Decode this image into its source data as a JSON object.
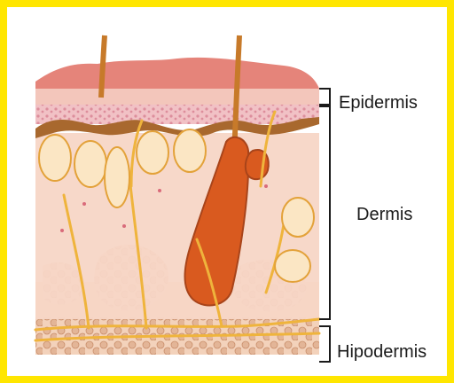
{
  "labels": {
    "epidermis": "Epidermis",
    "dermis": "Dermis",
    "hypodermis": "Hipodermis"
  },
  "colors": {
    "frame": "#ffe600",
    "epidermis_top": "#e5847a",
    "epidermis_layer": "#f3c6bb",
    "dermis": "#f7d6c6",
    "hypodermis": "#f0cbb3",
    "hair": "#c77a2a",
    "follicle": "#d95a1f",
    "nerve": "#efb43c",
    "bracket": "#1a1a1a"
  }
}
